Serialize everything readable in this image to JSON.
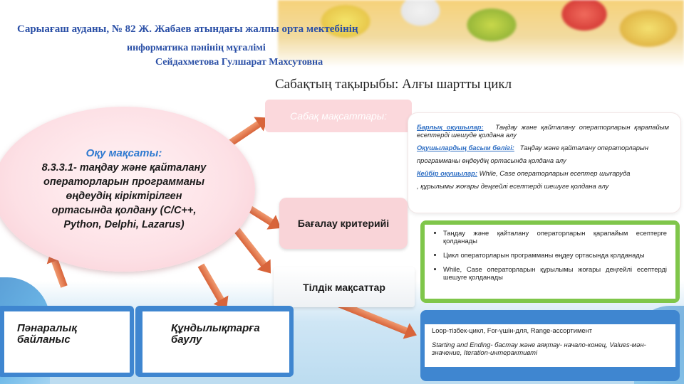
{
  "header": {
    "line1": "Сарыағаш ауданы, № 82 Ж. Жабаев атындағы жалпы орта мектебінің",
    "line2": "информатика пәнінің мұғалімі",
    "line3": "Сейдахметова Гулшарат Махсутовна"
  },
  "topic": "Сабақтың тақырыбы: Алғы шартты цикл",
  "center": {
    "heading": "Оқу мақсаты:",
    "body": "8.3.3.1- таңдау және қайталану операторларын программаны өңдеудің кіріктірілген ортасында қолдану (C/C++, Python, Delphi, Lazarus)"
  },
  "boxes": {
    "goals": "Сабақ мақсаттары:",
    "criteria": "Бағалау критерийі",
    "language": "Тілдік мақсаттар",
    "interdisciplinary": "Пәнаралық байланыс",
    "values": "Құндылықтарға баулу"
  },
  "goals_panel": {
    "all_label": "Барлық оқушылар:",
    "all_text": "Таңдау және қайталану операторларын қарапайым есептерді шешуде қолдана алу",
    "most_label": "Оқушылардың басым бөлігі:",
    "most_text": "Таңдау және қайталану операторларын",
    "most_text2": "программаны өңдеудің ортасында қолдана алу",
    "some_label": "Кейбір оқушылар:",
    "some_text": "While, Case операторларын есептер шығаруда",
    "some_text2": ", құрылымы жоғары деңгейлі есептерді шешуге қолдана алу"
  },
  "criteria_panel": {
    "items": [
      "Таңдау және қайталану операторларын қарапайым есептерге қолданады",
      "Цикл операторларын программаны өңдеу ортасында қолданады",
      "While, Case операторларын құрылымы жоғары деңгейлі есептерді шешуге қолданады"
    ]
  },
  "language_panel": {
    "line1": "Loop-тізбек-цикл, For-үшін-для, Range-ассортимент",
    "line2": "Starting and Ending- бастау және аяқтау- начало-конец, Values-мән-значение, Iteration-интерактивті"
  },
  "colors": {
    "header_blue": "#2a4fa6",
    "accent_blue": "#3f86d0",
    "green": "#7fc64a",
    "pink": "#f9d4d8",
    "arrow_orange": "#d8643a"
  }
}
